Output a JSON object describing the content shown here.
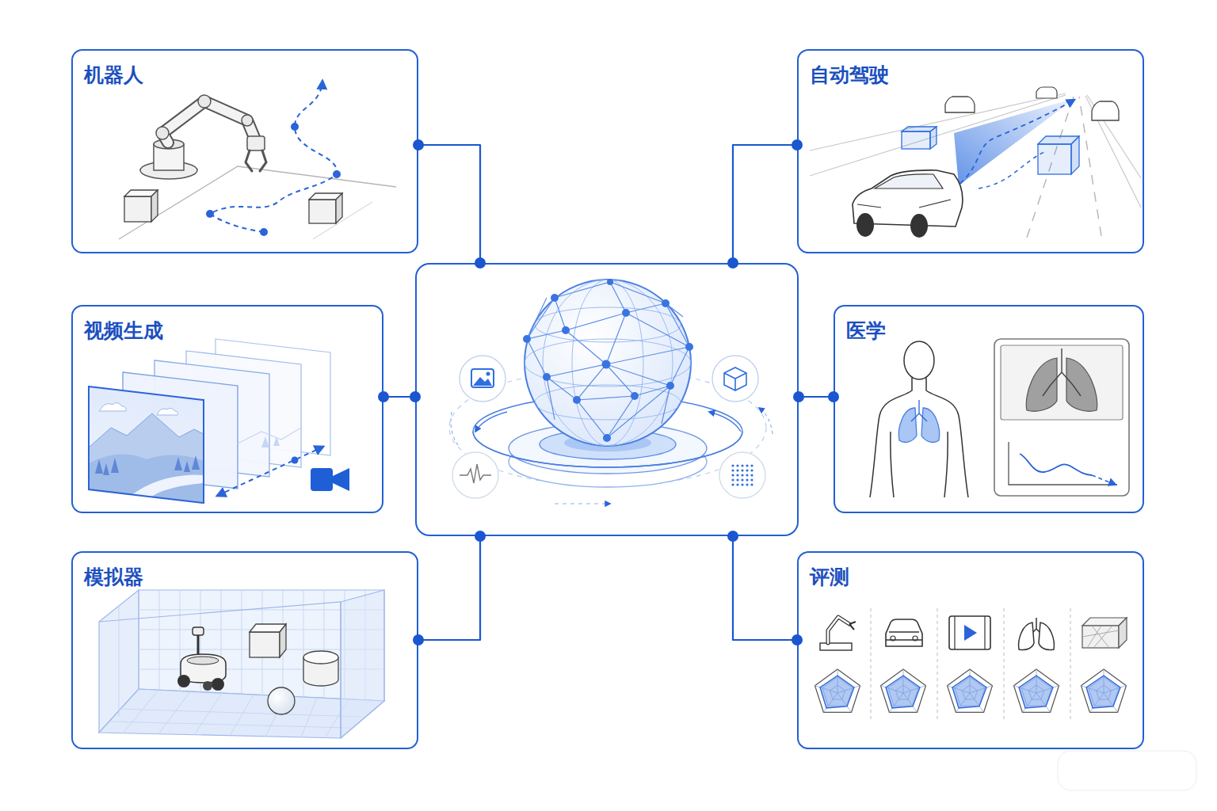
{
  "diagram": {
    "nodes": [
      {
        "text": [
          "机器人"
        ]
      },
      {
        "text": [
          "自动驾驶"
        ]
      },
      {
        "text": [
          "视频生成"
        ]
      },
      {
        "text": []
      },
      {
        "text": [
          "医学"
        ]
      },
      {
        "text": [
          "模拟器"
        ]
      },
      {
        "text": [
          "评测"
        ]
      }
    ],
    "edges": [
      {
        "from": 3,
        "to": 0,
        "arrow": "none"
      },
      {
        "from": 3,
        "to": 1,
        "arrow": "none"
      },
      {
        "from": 3,
        "to": 2,
        "arrow": "none"
      },
      {
        "from": 3,
        "to": 4,
        "arrow": "none"
      },
      {
        "from": 3,
        "to": 5,
        "arrow": "none"
      },
      {
        "from": 3,
        "to": 6,
        "arrow": "none"
      }
    ]
  }
}
